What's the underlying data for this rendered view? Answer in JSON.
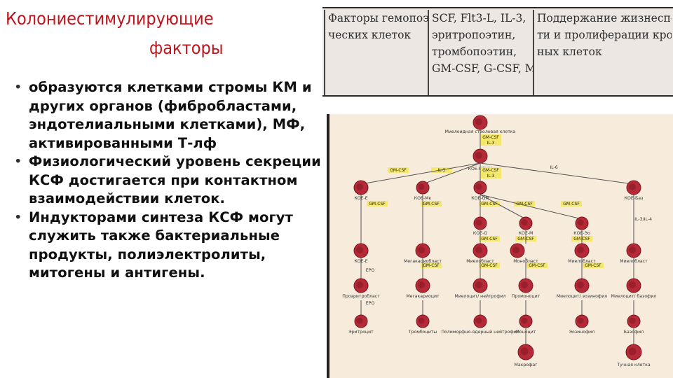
{
  "slide": {
    "title_line1": "Колониестимулирующие",
    "title_line2": "факторы",
    "bullets": [
      "образуются клетками стромы КМ и других органов (фибробластами, эндотелиальными клетками), МФ, активированными Т-лф",
      "Физиологический уровень секреции КСФ достигается при контактном взаимодействии клеток.",
      "Индукторами синтеза КСФ могут служить также бактериальные продукты, полиэлектролиты, митогены и антигены."
    ]
  },
  "factor_table": {
    "col1": [
      "Факторы гемопоэти-",
      "ческих клеток"
    ],
    "col2": [
      "SCF, Flt3-L, IL-3,",
      "эритропоэтин,",
      "тромбопоэтин,",
      "GM-CSF, G-CSF, M-CSF,"
    ],
    "col3": [
      "Поддержание жизнеспособнос-",
      "ти и пролиферации кроветвор-",
      "ных клеток"
    ]
  },
  "colors": {
    "title": "#c0141c",
    "cell": "#b52a36",
    "cytokine_box": "#f4e76c",
    "diagram_bg": "#f7ecdc"
  },
  "diagram": {
    "root_label": "Миелоидная стволовая клетка",
    "root_factors": [
      "GM-CSF",
      "IL-3"
    ],
    "gemm_label": "КОЕ-GEMM",
    "gemm_factors": [
      "GM-CSF",
      "IL-3"
    ],
    "il6_label": "IL-6",
    "branch_labels": [
      "КОЕ-Е",
      "КОЕ-Mк",
      "КОЕ-GM",
      "КОЕ-Баз"
    ],
    "row1_factors": [
      "GM-CSF",
      "GM-CSF",
      "GM-CSF",
      "GM-CSF",
      "GM-CSF"
    ],
    "row2_labels": [
      "КОЕ-G",
      "КОЕ-M",
      "КОЕ-Эо"
    ],
    "il4_label": "IL-3/IL-4",
    "row3_factors": [
      "GM-CSF",
      "GM-CSF",
      "GM-CSF"
    ],
    "row3_labels": [
      "КОЕ-Е",
      "Мегакариобласт",
      "Миелобласт",
      "Монобласт",
      "Миелобласт",
      "Миелобласт"
    ],
    "epo_label": "EPO",
    "row4_factors": [
      "GM-CSF",
      "GM-CSF",
      "GM-CSF",
      "GM-CSF"
    ],
    "row4_labels": [
      "Проэритробласт",
      "Мегакариоцит",
      "Миелоцит/ нейтрофил",
      "Промоноцит",
      "Миелоцит/ эозинофил",
      "Миелоцит/ базофил"
    ],
    "row5_labels": [
      "Эритроцит",
      "Тромбоциты",
      "Полиморфно-ядерный нейтрофил",
      "Моноцит",
      "Эозинофил",
      "Базофил"
    ],
    "row6_labels": [
      "Макрофаг",
      "Тучная клетка"
    ]
  }
}
